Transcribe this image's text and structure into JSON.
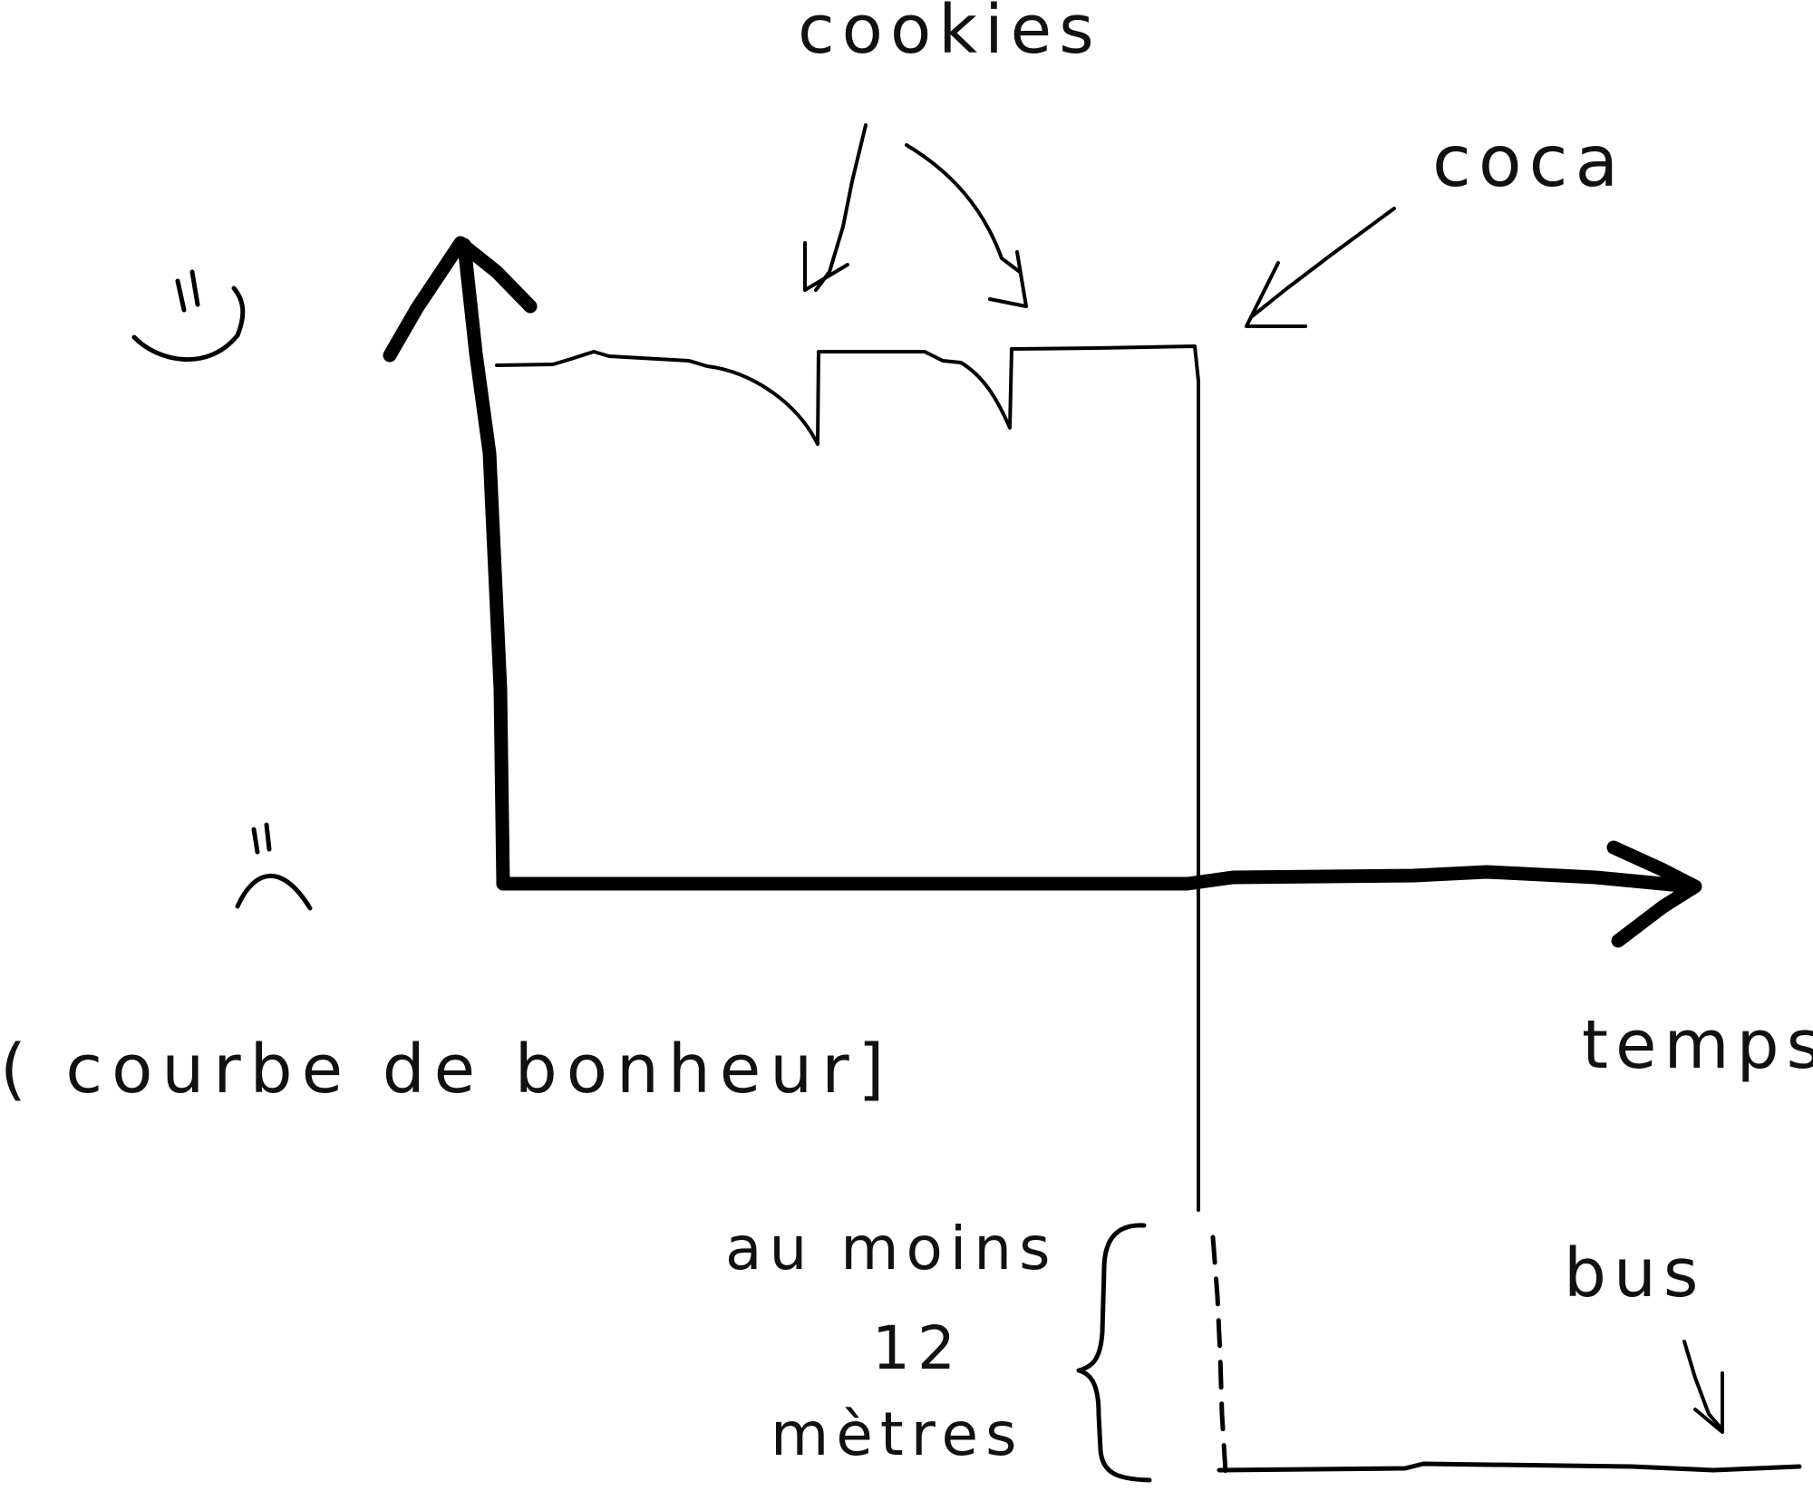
{
  "labels": {
    "cookies": "cookies",
    "coca": "coca",
    "curve_caption": "( courbe de bonheur]",
    "time_axis": "temps",
    "bus": "bus",
    "distance_line1": "au moins",
    "distance_line2": "12",
    "distance_line3": "mètres"
  },
  "icons": {
    "happy": "happy-face-icon",
    "sad": "sad-face-icon"
  },
  "colors": {
    "ink": "#000000",
    "paper": "#ffffff"
  }
}
